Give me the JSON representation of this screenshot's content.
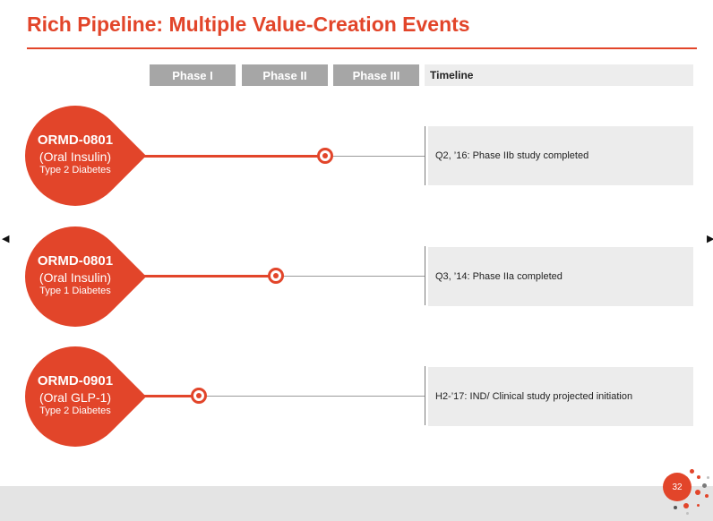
{
  "slide": {
    "title": "Rich Pipeline: Multiple Value-Creation Events",
    "page_number": "32"
  },
  "header": {
    "phases": [
      "Phase I",
      "Phase II",
      "Phase III"
    ],
    "timeline_label": "Timeline"
  },
  "programs": [
    {
      "code": "ORMD-0801",
      "product": "(Oral Insulin)",
      "indication": "Type 2 Diabetes",
      "milestone": "Q2, ’16: Phase IIb study completed"
    },
    {
      "code": "ORMD-0801",
      "product": "(Oral Insulin)",
      "indication": "Type 1 Diabetes",
      "milestone": "Q3, ’14: Phase IIa completed"
    },
    {
      "code": "ORMD-0901",
      "product": "(Oral GLP-1)",
      "indication": "Type 2 Diabetes",
      "milestone": "H2-’17: IND/ Clinical study projected initiation"
    }
  ],
  "colors": {
    "accent": "#e2452a",
    "phase_header": "#a6a6a6",
    "timeline_box": "#ececec"
  },
  "icons": {
    "prev": "left-arrow-icon",
    "next": "right-arrow-icon",
    "logo": "dots-logo-icon"
  }
}
